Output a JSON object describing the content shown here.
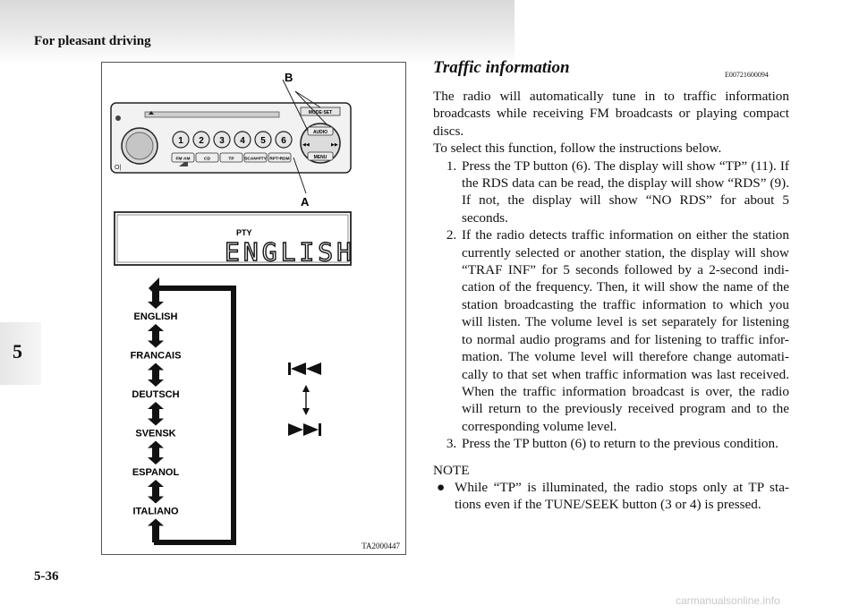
{
  "header": {
    "running_head": "For pleasant driving",
    "chapter_tab": "5",
    "page_number": "5-36"
  },
  "figure": {
    "callouts": {
      "a": "A",
      "b": "B"
    },
    "radio": {
      "preset_buttons": [
        "1",
        "2",
        "3",
        "4",
        "5",
        "6"
      ],
      "function_buttons": [
        "FM·AM",
        "CD",
        "TP",
        "SCAN•PTY",
        "RPT•RDM"
      ],
      "right_buttons": [
        "MODE·SET",
        "AUDIO",
        "MENU"
      ]
    },
    "display": {
      "label": "PTY",
      "value": "ENGLISH"
    },
    "languages": [
      "ENGLISH",
      "FRANCAIS",
      "DEUTSCH",
      "SVENSK",
      "ESPANOL",
      "ITALIANO"
    ],
    "code": "TA2000447"
  },
  "section": {
    "title": "Traffic information",
    "code": "E00721600094",
    "intro": "The radio will automatically tune in to traffic information broadcasts while receiving FM broadcasts or playing compact discs.",
    "lead": "To select this function, follow the instructions below.",
    "steps": [
      "Press the TP button (6). The display will show “TP” (11). If the RDS data can be read, the display will show “RDS” (9). If not, the display will show “NO RDS” for about 5 seconds.",
      "If the radio detects traffic information on either the station currently selected or another station, the display will show “TRAF INF” for 5 seconds followed by a 2-second indi- cation of the frequency. Then, it will show the name of the station broadcasting the traffic information to which you will listen. The volume level is set separately for listening to normal audio programs and for listening to traffic infor- mation. The volume level will therefore change automati- cally to that set when traffic information was last received. When the traffic information broadcast is over, the radio will return to the previously received program and to the corresponding volume level.",
      "Press the TP button (6) to return to the previous condition."
    ],
    "note_label": "NOTE",
    "note_bullet": "●",
    "note": "While “TP” is illuminated, the radio stops only at TP sta- tions even if the TUNE/SEEK button (3 or 4) is pressed."
  },
  "watermark": "carmanualsonline.info"
}
